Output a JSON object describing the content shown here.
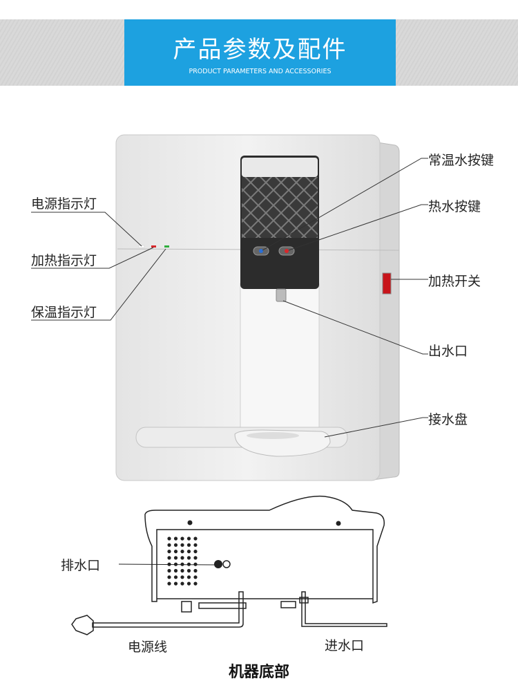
{
  "header": {
    "title": "产品参数及配件",
    "subtitle": "PRODUCT PARAMETERS AND ACCESSORIES",
    "accent": "#1da1e0"
  },
  "front_labels": {
    "power_light": "电源指示灯",
    "heating_light": "加热指示灯",
    "warm_light": "保温指示灯",
    "normal_water_button": "常温水按键",
    "hot_water_button": "热水按键",
    "heating_switch": "加热开关",
    "water_outlet": "出水口",
    "drip_tray": "接水盘"
  },
  "bottom_labels": {
    "drain": "排水口",
    "power_cord": "电源线",
    "water_inlet": "进水口",
    "caption": "机器底部"
  }
}
